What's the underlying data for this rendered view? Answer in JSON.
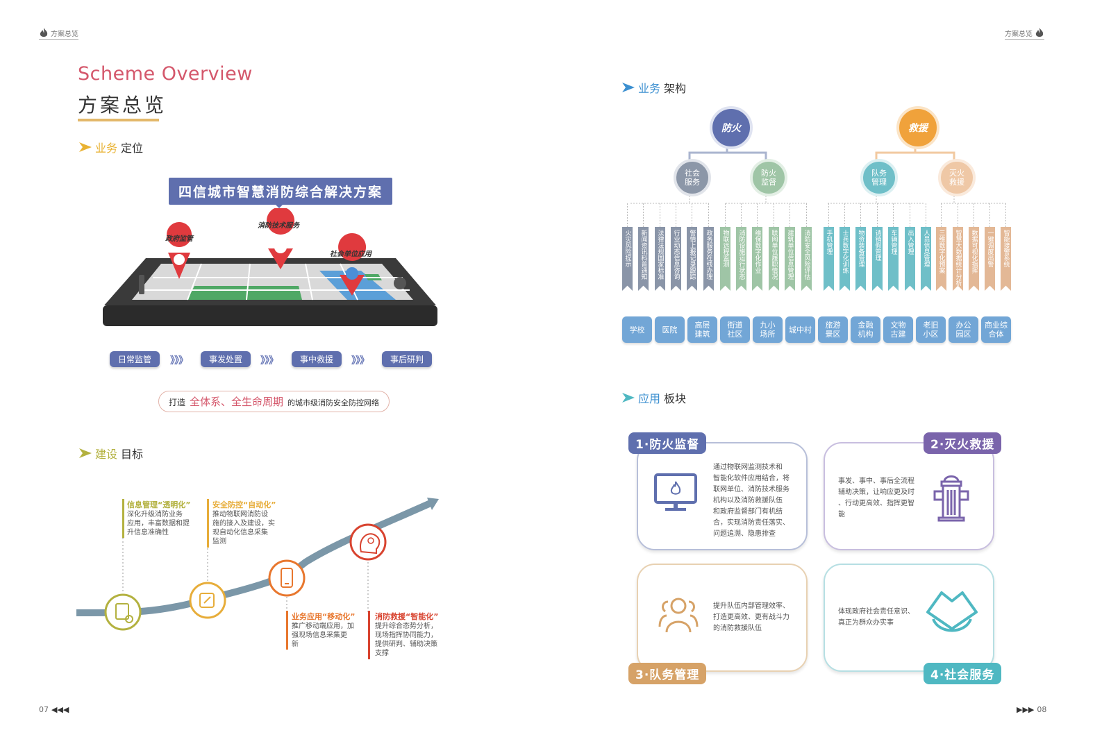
{
  "header_left": "方案总览",
  "header_right": "方案总览",
  "title_en": "Scheme Overview",
  "title_cn": "方案总览",
  "sec1": {
    "hl": "业务",
    "rest": "定位"
  },
  "banner": "四信城市智慧消防综合解决方案",
  "pins": {
    "gov": "政府监管",
    "tech": "消防技术服务",
    "social": "社会单位应用"
  },
  "stages": [
    "日常监管",
    "事发处置",
    "事中救援",
    "事后研判"
  ],
  "chevrons": "》》》",
  "pill": {
    "pre": "打造",
    "em": "全体系、全生命周期",
    "post": "的城市级消防安全防控网络"
  },
  "sec2": {
    "hl": "建设",
    "rest": "目标"
  },
  "goals": [
    {
      "title": "信息管理“透明化”",
      "desc": [
        "深化升级消防业务",
        "应用，丰富数据和提",
        "升信息准确性"
      ],
      "color": "#b3b13f"
    },
    {
      "title": "安全防控“自动化”",
      "desc": [
        "推动物联网消防设",
        "施的接入及建设，实",
        "现自动化信息采集",
        "监测"
      ],
      "color": "#e7ad3a"
    },
    {
      "title": "业务应用“移动化”",
      "desc": [
        "推广移动端应用，加",
        "强现场信息采集更",
        "新"
      ],
      "color": "#e8772e"
    },
    {
      "title": "消防救援“智能化”",
      "desc": [
        "提升综合态势分析，",
        "现场指挥协同能力，",
        "提供研判、辅助决策",
        "支撑"
      ],
      "color": "#d8432f"
    }
  ],
  "sec3": {
    "hl": "业务",
    "rest": "架构"
  },
  "tree": {
    "root1": "防火",
    "root2": "救援",
    "sub": [
      "社会服务",
      "防火监督",
      "队务管理",
      "灭火救援"
    ],
    "bars": [
      "火灾风险提示",
      "新闻资讯科普通知",
      "法律法规国家标准",
      "行业动态信息咨询",
      "警情上报记录跟踪",
      "政务服务在线办理",
      "物联远程监测",
      "消防设施运行状态",
      "维保数字化作业",
      "联网单位履职情况",
      "建筑单位信息管理",
      "消防安全风险评估",
      "手机管理",
      "士兵数字化训练",
      "物资装备管理",
      "请销假管理",
      "车辆管理",
      "出入管理",
      "人员信息管理",
      "三维数字化预案",
      "智慧大数据统计分析",
      "数据可视化指挥",
      "一键调度出警",
      "智能接警系统"
    ],
    "places": [
      "学校",
      "医院",
      "高层建筑",
      "街道社区",
      "九小场所",
      "城中村",
      "旅游景区",
      "金融机构",
      "文物古建",
      "老旧小区",
      "办公园区",
      "商业综合体"
    ]
  },
  "sec4": {
    "hl": "应用",
    "rest": "板块"
  },
  "modules": [
    {
      "tab": "1·防火监督",
      "text": [
        "通过物联网监测技术和",
        "智能化软件应用结合，将",
        "联网单位、消防技术服务",
        "机构以及消防救援队伍",
        "和政府监督部门有机结",
        "合，实现消防责任落实、",
        "问题追溯、隐患排查"
      ],
      "color": "#5f6fae"
    },
    {
      "tab": "2·灭火救援",
      "text": [
        "事发、事中、事后全流程",
        "辅助决策，让响应更及时",
        "、行动更高效、指挥更智",
        "能"
      ],
      "color": "#7a64ab"
    },
    {
      "tab": "3·队务管理",
      "text": [
        "提升队伍内部管理效率、",
        "打造更高效、更有战斗力",
        "的消防救援队伍"
      ],
      "color": "#d6a267"
    },
    {
      "tab": "4·社会服务",
      "text": [
        "体现政府社会责任意识、",
        "真正为群众办实事"
      ],
      "color": "#4fb8c2"
    }
  ],
  "page_left": "07",
  "page_right": "08",
  "colors": {
    "accent": "#d4576b",
    "blue": "#5f6fae",
    "orange": "#f0a23b"
  }
}
